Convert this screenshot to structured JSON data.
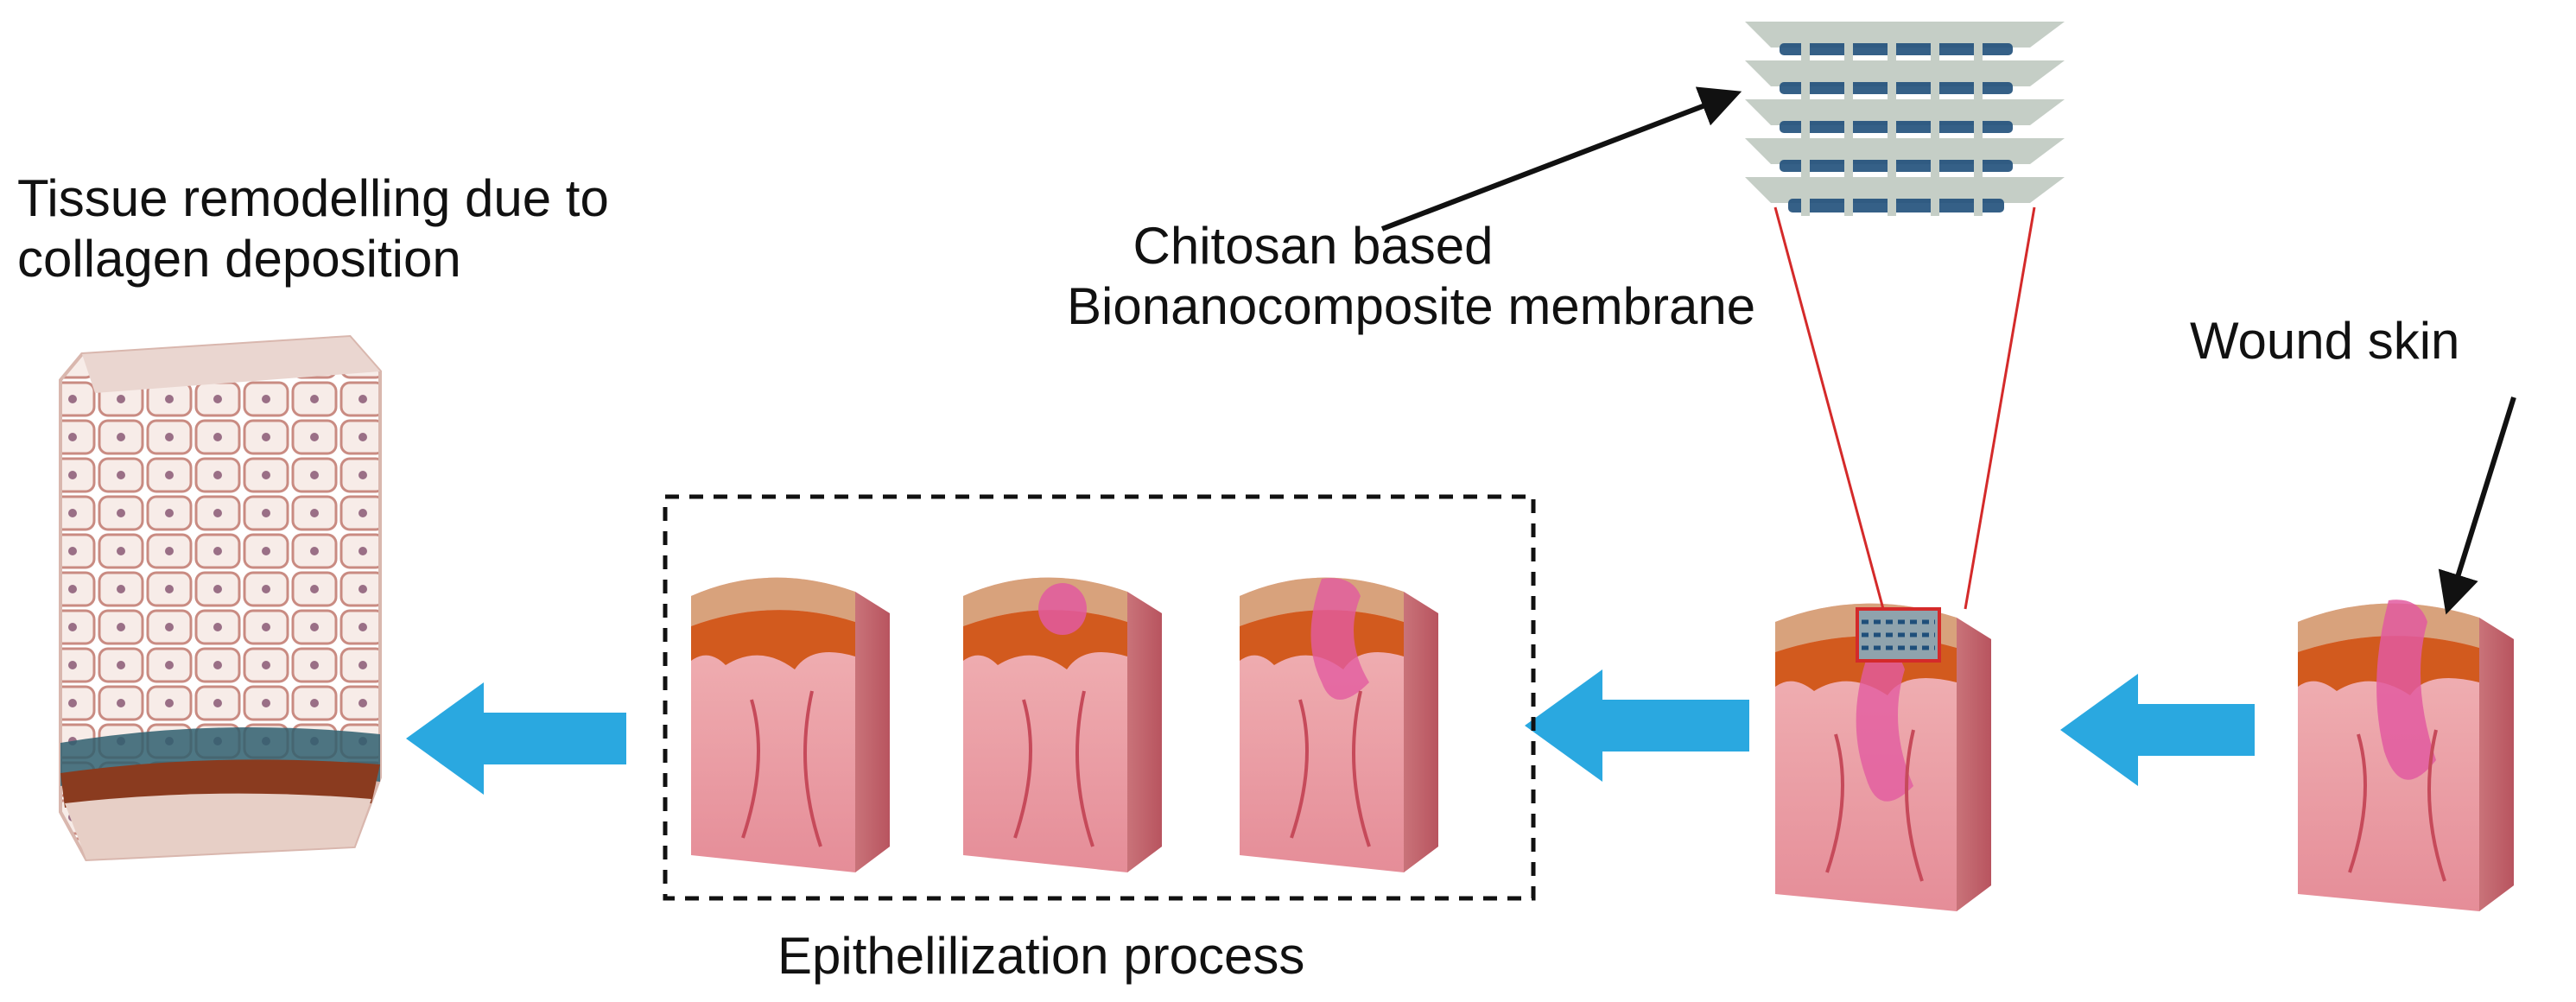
{
  "labels": {
    "tissue_remodelling_line1": "Tissue remodelling due to",
    "tissue_remodelling_line2": "collagen deposition",
    "membrane_line1": "Chitosan based",
    "membrane_line2": "Bionanocomposite membrane",
    "wound_skin": "Wound skin",
    "epithelialization": "Epithelilization process"
  },
  "colors": {
    "flow_arrow": "#2aa8e0",
    "pointer_arrow": "#111111",
    "zoom_lines": "#d42a2a",
    "skin_top": "#d8a27c",
    "epidermis": "#d25a1e",
    "dermis": "#eba0a6",
    "wound": "#e25ba0",
    "membrane_sheet": "#c5cec6",
    "membrane_particles": "#1f4f7a"
  }
}
